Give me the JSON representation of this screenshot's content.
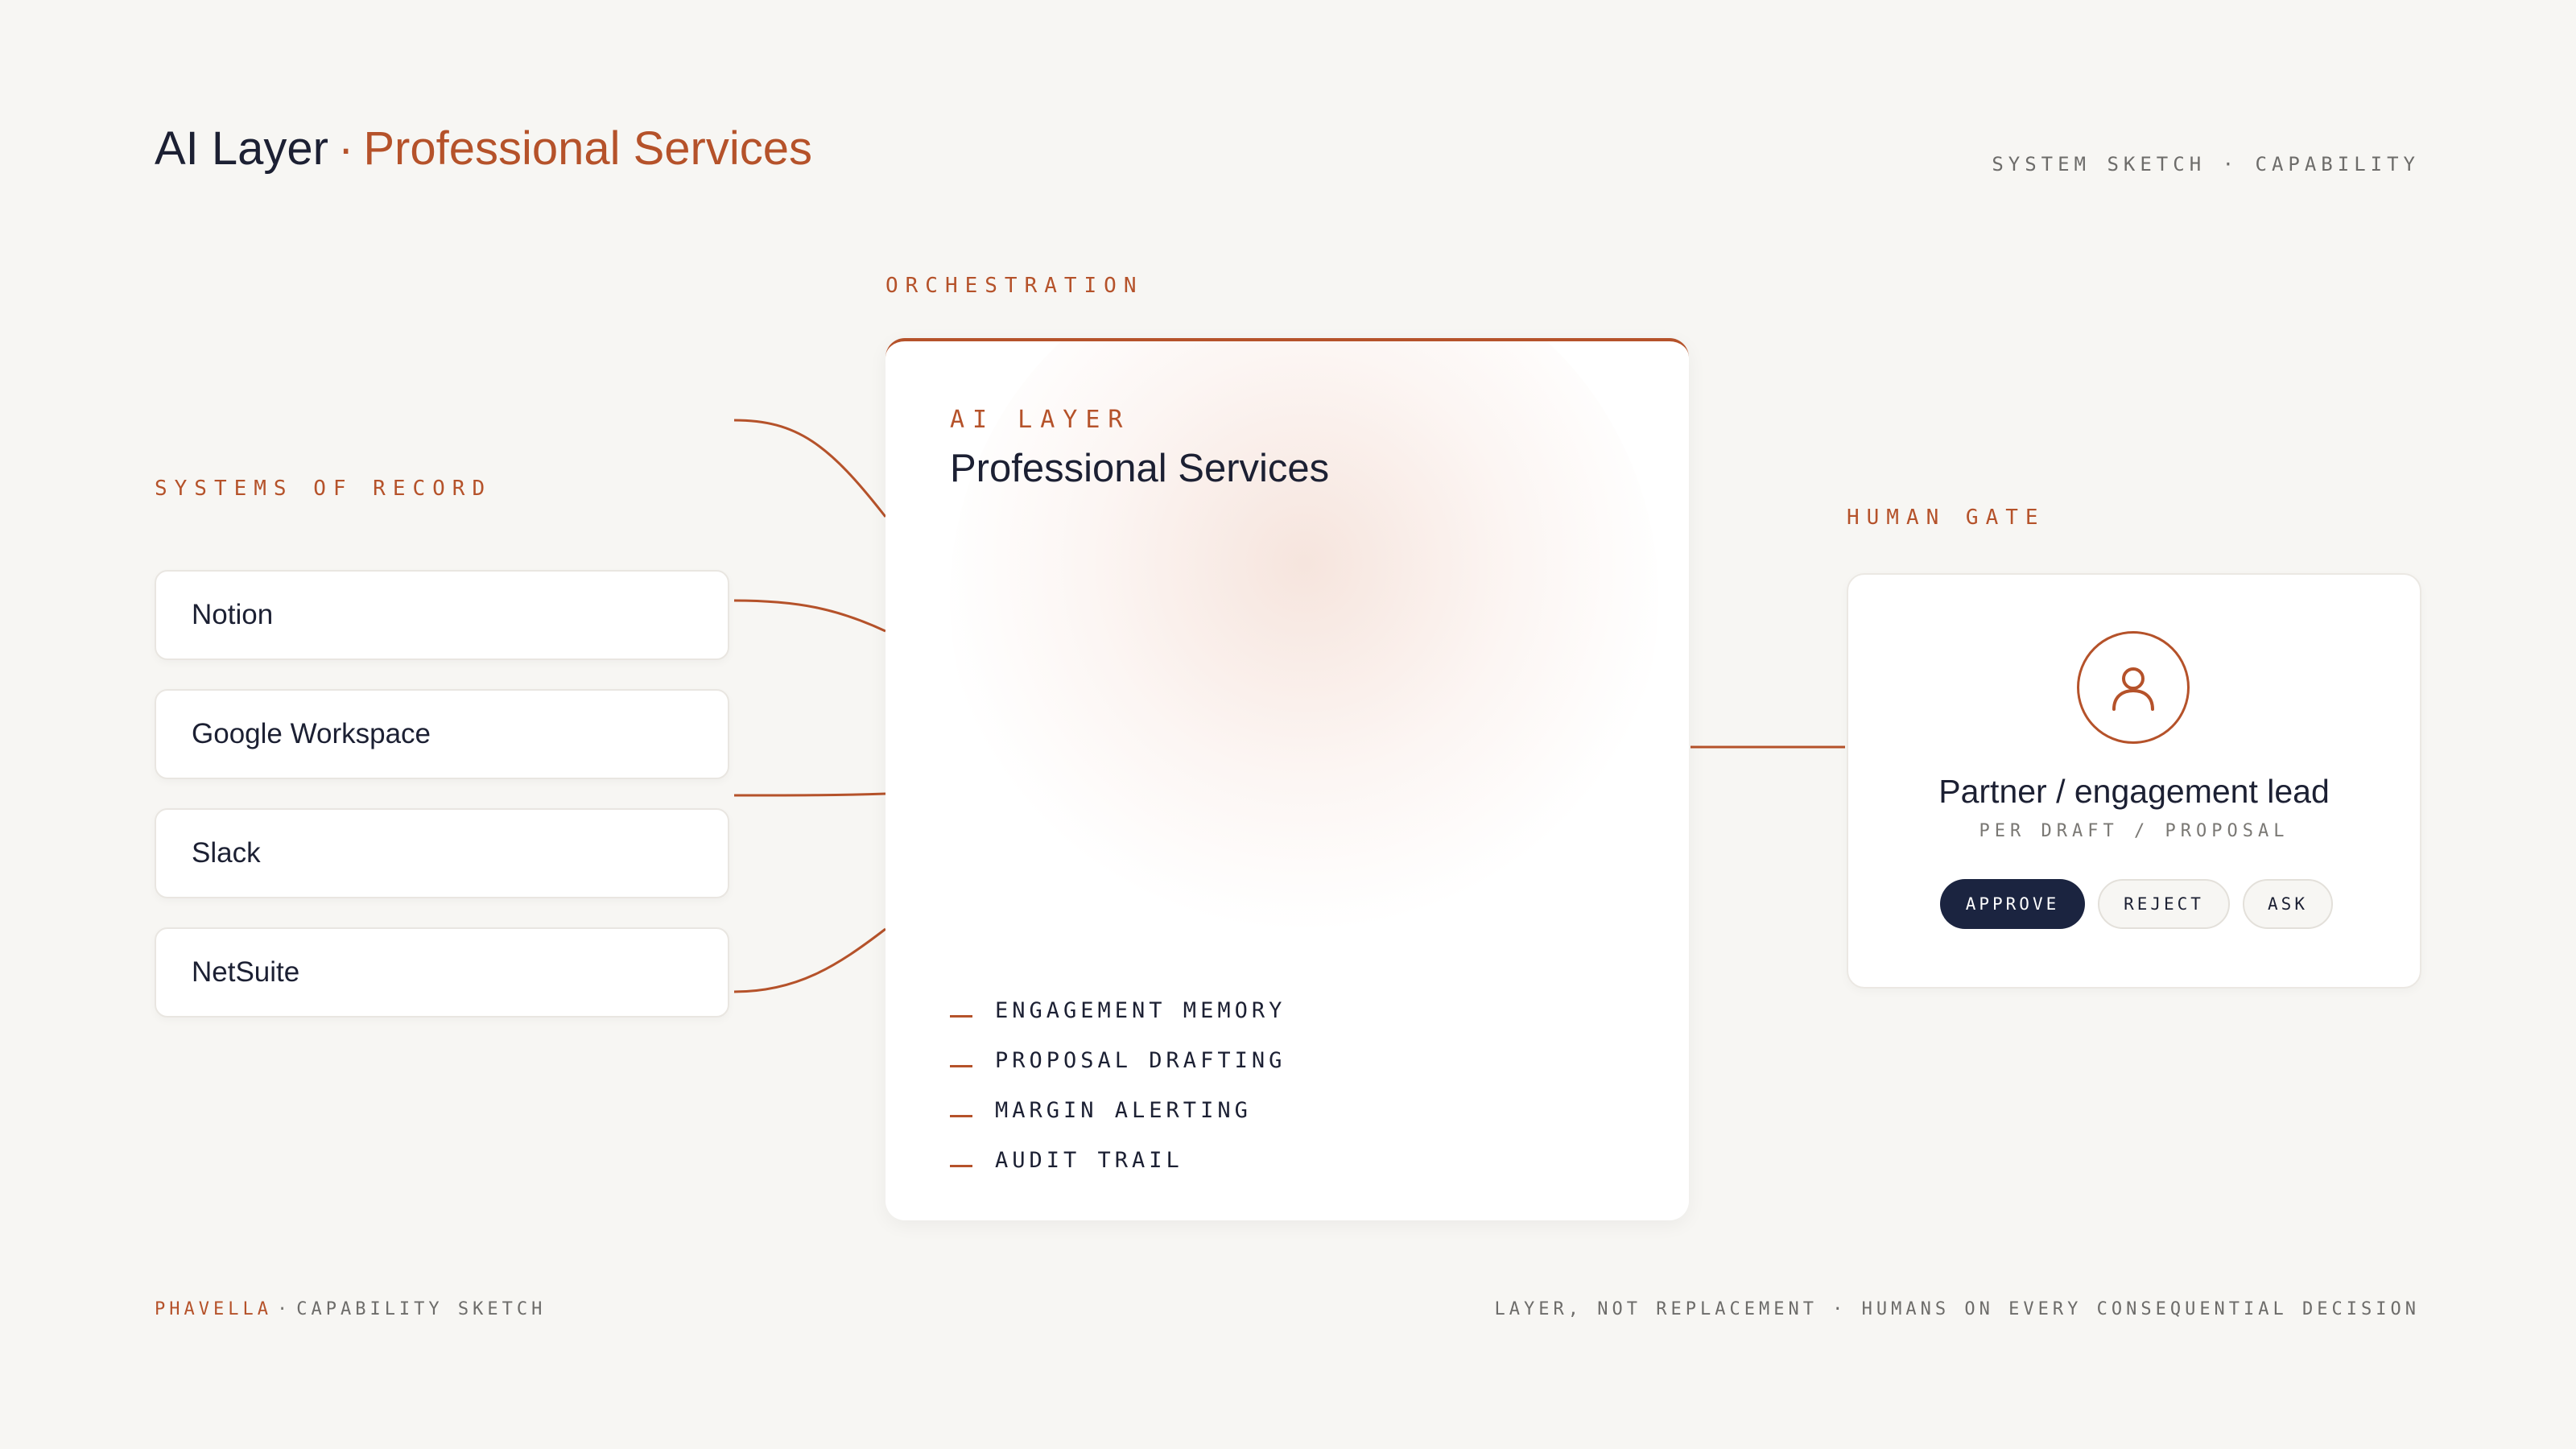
{
  "header": {
    "title_main": "AI Layer",
    "title_sep": "·",
    "title_sub": "Professional Services",
    "sketch_tag": "SYSTEM SKETCH · CAPABILITY"
  },
  "sections": {
    "systems_label": "SYSTEMS OF RECORD",
    "orchestration_label": "ORCHESTRATION",
    "human_gate_label": "HUMAN GATE"
  },
  "systems": [
    "Notion",
    "Google Workspace",
    "Slack",
    "NetSuite"
  ],
  "core": {
    "eyebrow": "AI LAYER",
    "title": "Professional Services",
    "capabilities": [
      "ENGAGEMENT MEMORY",
      "PROPOSAL DRAFTING",
      "MARGIN ALERTING",
      "AUDIT TRAIL"
    ]
  },
  "gate": {
    "icon": "user-icon",
    "role": "Partner / engagement lead",
    "cadence": "PER DRAFT / PROPOSAL",
    "actions": {
      "approve": "APPROVE",
      "reject": "REJECT",
      "ask": "ASK"
    }
  },
  "footer": {
    "brand": "PHAVELLA",
    "sep": "·",
    "brand_note": "CAPABILITY SKETCH",
    "tagline": "LAYER, NOT REPLACEMENT · HUMANS ON EVERY CONSEQUENTIAL DECISION"
  },
  "colors": {
    "accent": "#b5522a",
    "ink": "#1c2033",
    "approve_bg": "#1b2440",
    "background": "#f7f6f3"
  }
}
